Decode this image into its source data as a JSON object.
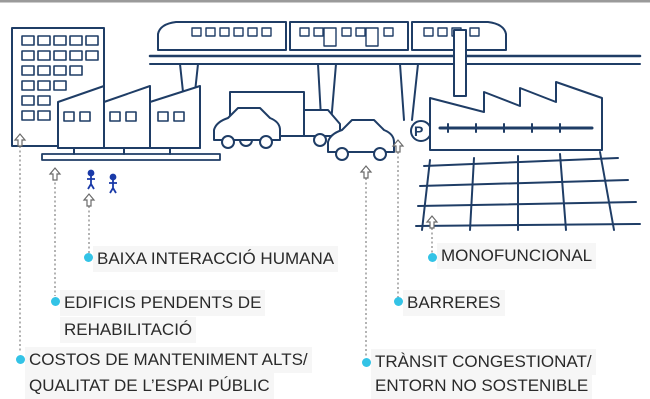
{
  "labels": {
    "baixa": "BAIXA INTERACCIÓ HUMANA",
    "monofuncional": "MONOFUNCIONAL",
    "edificis_1": "EDIFICIS PENDENTS DE",
    "edificis_2": "REHABILITACIÓ",
    "barreres": "BARRERES",
    "costos_1": "COSTOS DE MANTENIMENT ALTS/",
    "costos_2": "QUALITAT DE L’ESPAI PÚBLIC",
    "transit_1": "TRÀNSIT CONGESTIONAT/",
    "transit_2": "ENTORN NO SOSTENIBLE",
    "parking_sign": "P"
  },
  "colors": {
    "line_art": "#1f3d66",
    "marker_dot": "#33c3e6",
    "label_text": "#2a2a2a",
    "label_bg": "#f6f6f6",
    "pedestrian": "#1a3aa8",
    "frame": "#9a9a9a"
  }
}
